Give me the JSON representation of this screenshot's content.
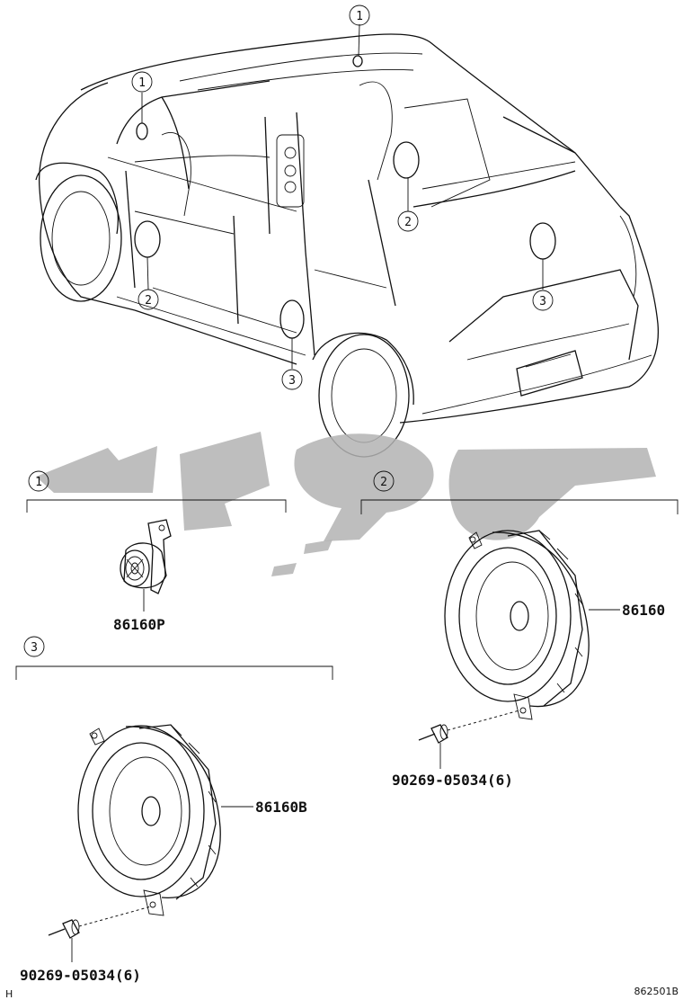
{
  "callouts": {
    "one": "1",
    "two": "2",
    "three": "3"
  },
  "parts": {
    "tweeter": "86160P",
    "front_speaker": "86160",
    "rear_speaker": "86160B",
    "screw_front": "90269-05034(6)",
    "screw_rear": "90269-05034(6)"
  },
  "footer": {
    "code": "862501B",
    "mark": "H"
  }
}
